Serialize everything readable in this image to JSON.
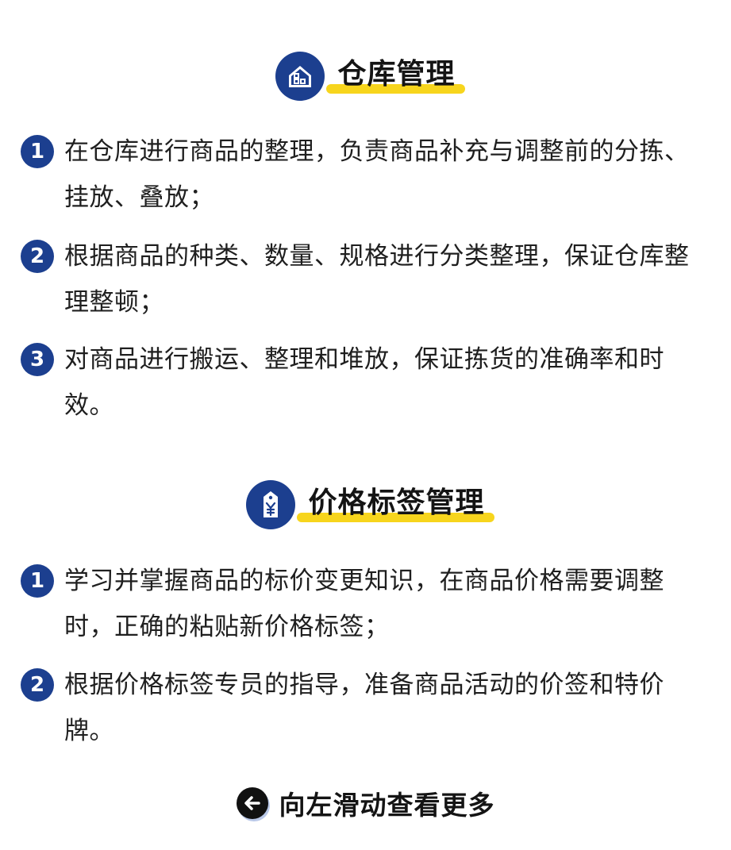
{
  "sections": [
    {
      "icon": "house-icon",
      "title": "仓库管理",
      "items": [
        {
          "number": "1",
          "text": "在仓库进行商品的整理，负责商品补充与调整前的分拣、挂放、叠放；"
        },
        {
          "number": "2",
          "text": "根据商品的种类、数量、规格进行分类整理，保证仓库整理整顿；"
        },
        {
          "number": "3",
          "text": "对商品进行搬运、整理和堆放，保证拣货的准确率和时效。"
        }
      ]
    },
    {
      "icon": "price-tag-icon",
      "title": "价格标签管理",
      "items": [
        {
          "number": "1",
          "text": "学习并掌握商品的标价变更知识，在商品价格需要调整时，正确的粘贴新价格标签；"
        },
        {
          "number": "2",
          "text": "根据价格标签专员的指导，准备商品活动的价签和特价牌。"
        }
      ]
    }
  ],
  "footer": {
    "icon": "arrow-left-icon",
    "text": "向左滑动查看更多"
  },
  "colors": {
    "accent": "#1c3f8f",
    "highlight": "#f7d51d",
    "text": "#1f1f1f"
  }
}
